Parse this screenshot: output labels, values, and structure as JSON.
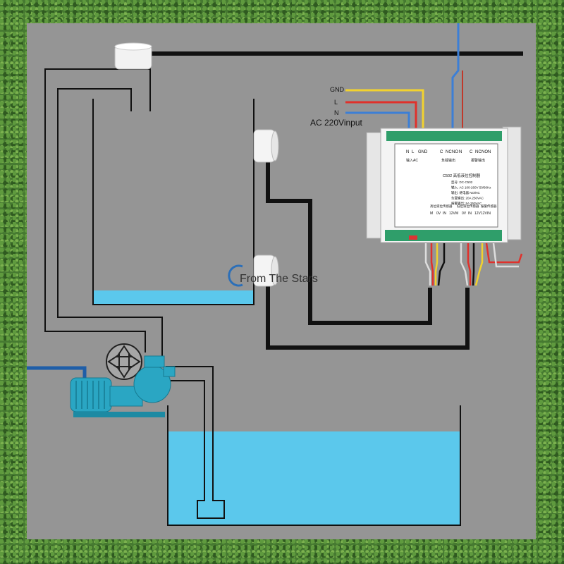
{
  "diagram": {
    "input_labels": {
      "gnd": "GND",
      "l": "L",
      "n": "N",
      "ac": "AC 220Vinput"
    },
    "watermark": "From The Stars",
    "controller": {
      "model": "C502 高低液位控制器",
      "top_terminals": [
        "N",
        "L",
        "GND",
        "C",
        "NC",
        "NO",
        "N",
        "C",
        "NC",
        "NO",
        "N"
      ],
      "top_group_labels": [
        "输入AC",
        "负载输出",
        "报警输出"
      ],
      "spec_lines": [
        "型号: DC-C502",
        "输入: AC 100-260V 50/60Hz",
        "输出: 继电器 NO/NC",
        "负载输出: 20A 250VAC",
        "报警输出: 5A 250VAC"
      ],
      "bottom_group_labels": [
        "高位液位传感器",
        "低位液位传感器",
        "报警传感器"
      ],
      "bottom_terminals": [
        "M",
        "0V",
        "IN",
        "12V",
        "M",
        "0V",
        "IN",
        "12V",
        "12V",
        "IN"
      ]
    },
    "colors": {
      "water": "#5bc8ec",
      "wire_black": "#111111",
      "wire_gray": "#3a3a3a",
      "wire_red": "#e0312b",
      "wire_yellow": "#f2d22e",
      "wire_blue": "#3c7fd6",
      "pump": "#2aa6c3",
      "grass": "#467a31",
      "panel": "#959595"
    }
  }
}
